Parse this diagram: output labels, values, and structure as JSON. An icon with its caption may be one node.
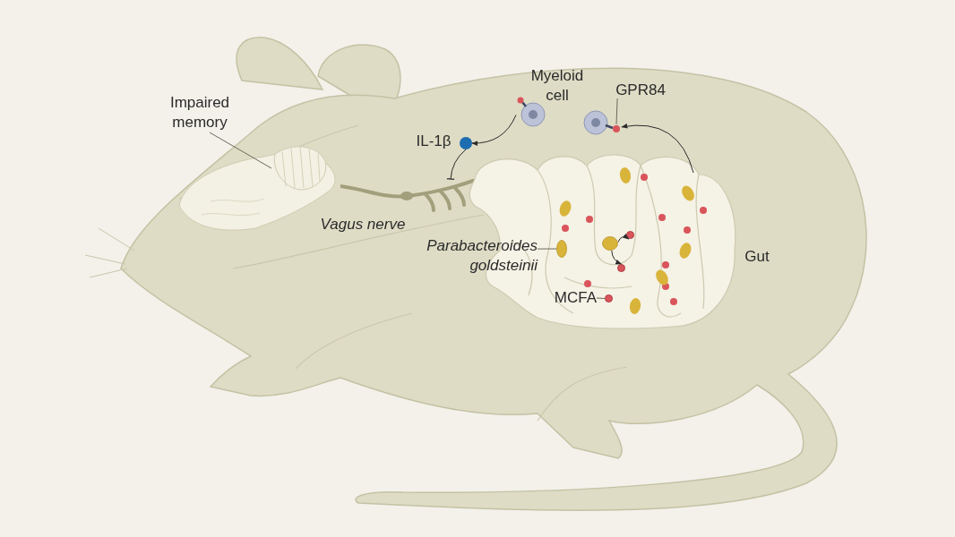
{
  "diagram": {
    "nodes": [
      {
        "text": [
          "Impaired memory"
        ]
      },
      {
        "text": [],
        "shape": "picture"
      },
      {
        "text": [],
        "shape": "circle",
        "beside": [
          "Myeloid cell"
        ]
      },
      {
        "text": [],
        "shape": "circle"
      },
      {
        "text": [
          "GPR84"
        ]
      },
      {
        "text": [],
        "shape": "circle",
        "beside": [
          "IL-1β"
        ]
      },
      {
        "text": [],
        "shape": "line",
        "beside": [
          "Vagus nerve"
        ]
      },
      {
        "text": [],
        "shape": "picture",
        "beside": [
          "Gut"
        ]
      },
      {
        "text": [
          "Parabacteroides goldsteinii"
        ]
      },
      {
        "text": [],
        "shape": "ellipse",
        "in": 7
      },
      {
        "text": [],
        "shape": "ellipse",
        "in": 7
      },
      {
        "text": [],
        "shape": "circle",
        "in": 7
      },
      {
        "text": [],
        "shape": "circle",
        "in": 7
      },
      {
        "text": [
          "MCFA"
        ],
        "in": 7
      },
      {
        "text": [],
        "shape": "circle",
        "in": 7
      }
    ],
    "edges": [
      {
        "from": 0,
        "to": 1,
        "arrow": "none"
      },
      {
        "from": 2,
        "to": 5,
        "arrow": "to"
      },
      {
        "from": 5,
        "to": 6,
        "arrow": "other"
      },
      {
        "from": 7,
        "to": 3,
        "arrow": "to"
      },
      {
        "from": 4,
        "to": 3,
        "arrow": "none"
      },
      {
        "from": 8,
        "to": 9,
        "arrow": "none"
      },
      {
        "from": 10,
        "to": 11,
        "arrow": "to"
      },
      {
        "from": 10,
        "to": 12,
        "arrow": "to"
      },
      {
        "from": 13,
        "to": 14,
        "arrow": "none"
      }
    ]
  }
}
